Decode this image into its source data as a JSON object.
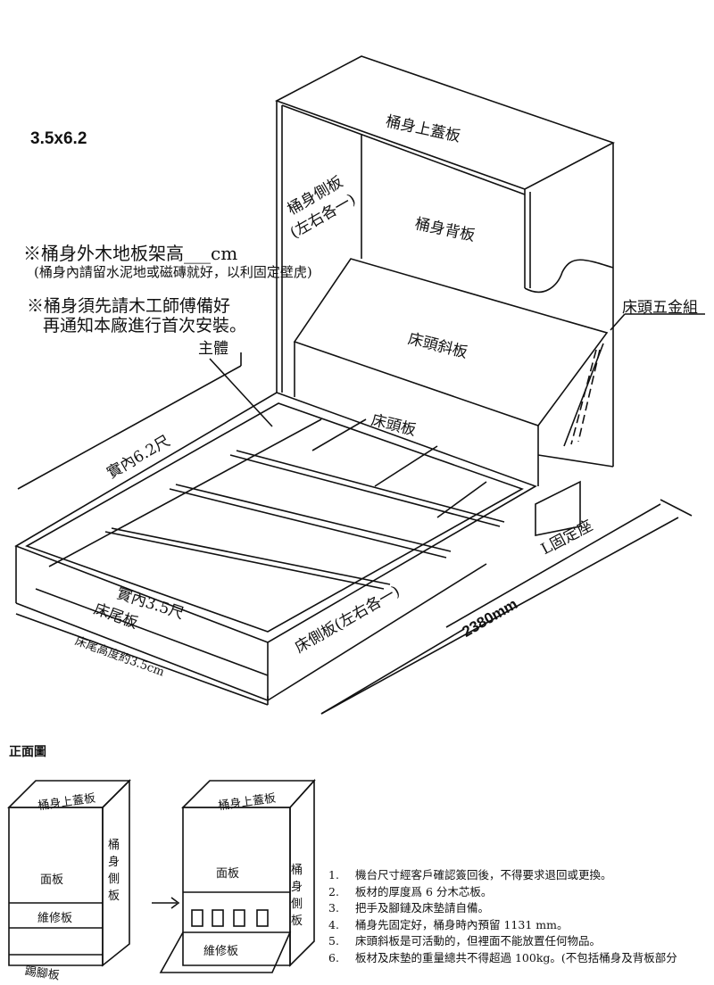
{
  "size_label": "3.5x6.2",
  "cabinet": {
    "top": "桶身上蓋板",
    "side": "桶身側板",
    "side_note": "(左右各一)",
    "back": "桶身背板"
  },
  "bed": {
    "head_slant": "床頭斜板",
    "head_board": "床頭板",
    "hardware": "床頭五金組",
    "main_body": "主體",
    "mount": "L固定座",
    "inner_length": "實內6.2尺",
    "inner_width": "實內3.5尺",
    "foot_board": "床尾板",
    "side_board": "床側板(左右各一)",
    "foot_height": "床尾高度約3.5cm",
    "total_depth": "2380mm"
  },
  "notes_top": {
    "line1": "※桶身外木地板架高___cm",
    "line2": "(桶身內請留水泥地或磁磚就好，以利固定壁虎)",
    "line3": "※桶身須先請木工師傅備好",
    "line4": "再通知本廠進行首次安裝。"
  },
  "front_view": {
    "title": "正面圖",
    "left": {
      "top": "桶身上蓋板",
      "face": "面板",
      "side": "桶\n身\n側\n板",
      "bottom": "維修板",
      "kick": "踢腳板"
    },
    "right": {
      "top": "桶身上蓋板",
      "face": "面板",
      "side": "桶\n身\n側\n板",
      "bottom": "維修板"
    }
  },
  "notes": [
    {
      "n": "1.",
      "text": "機台尺寸經客戶確認簽回後，不得要求退回或更換。"
    },
    {
      "n": "2.",
      "text": "板材的厚度爲 6 分木芯板。"
    },
    {
      "n": "3.",
      "text": "把手及腳鏈及床墊請自備。"
    },
    {
      "n": "4.",
      "text": "桶身先固定好，桶身時內預留 1131 mm。"
    },
    {
      "n": "5.",
      "text": "床頭斜板是可活動的，但裡面不能放置任何物品。"
    },
    {
      "n": "6.",
      "text": "板材及床墊的重量總共不得超過 100kg。(不包括桶身及背板部分"
    }
  ]
}
